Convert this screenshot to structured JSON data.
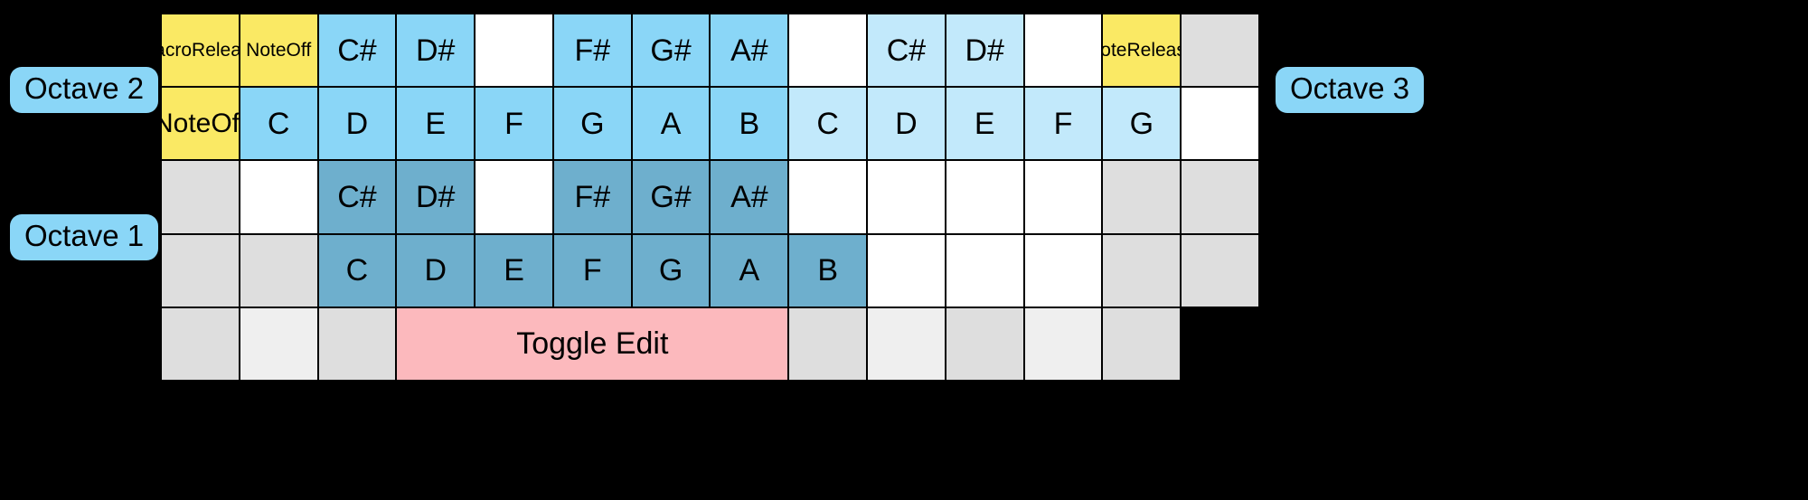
{
  "labels": {
    "octave_left_top": "Octave 2",
    "octave_left_bottom": "Octave 1",
    "octave_right": "Octave 3"
  },
  "colors": {
    "background": "#000000",
    "white_key": "#ffffff",
    "gray_key": "#dedede",
    "gray_key_light": "#efefef",
    "yellow_special": "#fae964",
    "blue_octave2": "#8ad6f7",
    "blue_octave3": "#c2e9fb",
    "blue_octave1": "#6eafcd",
    "pink_toggle": "#fcb9bd"
  },
  "grid": {
    "columns": 14,
    "rows": 5,
    "cells": [
      [
        {
          "label": "Macro Release",
          "fill": "yellow",
          "size": "small"
        },
        {
          "label": "Note Off",
          "fill": "yellow",
          "size": "small"
        },
        {
          "label": "C#",
          "fill": "blue",
          "size": "normal"
        },
        {
          "label": "D#",
          "fill": "blue",
          "size": "normal"
        },
        {
          "label": "",
          "fill": "white",
          "size": "normal"
        },
        {
          "label": "F#",
          "fill": "blue",
          "size": "normal"
        },
        {
          "label": "G#",
          "fill": "blue",
          "size": "normal"
        },
        {
          "label": "A#",
          "fill": "blue",
          "size": "normal"
        },
        {
          "label": "",
          "fill": "white",
          "size": "normal"
        },
        {
          "label": "C#",
          "fill": "blue-l",
          "size": "normal"
        },
        {
          "label": "D#",
          "fill": "blue-l",
          "size": "normal"
        },
        {
          "label": "",
          "fill": "white",
          "size": "normal"
        },
        {
          "label": "Note Release",
          "fill": "yellow",
          "size": "small"
        },
        {
          "label": "",
          "fill": "gray",
          "size": "normal"
        }
      ],
      [
        {
          "label": "Note Off",
          "fill": "yellow",
          "size": "med"
        },
        {
          "label": "C",
          "fill": "blue",
          "size": "normal"
        },
        {
          "label": "D",
          "fill": "blue",
          "size": "normal"
        },
        {
          "label": "E",
          "fill": "blue",
          "size": "normal"
        },
        {
          "label": "F",
          "fill": "blue",
          "size": "normal"
        },
        {
          "label": "G",
          "fill": "blue",
          "size": "normal"
        },
        {
          "label": "A",
          "fill": "blue",
          "size": "normal"
        },
        {
          "label": "B",
          "fill": "blue",
          "size": "normal"
        },
        {
          "label": "C",
          "fill": "blue-l",
          "size": "normal"
        },
        {
          "label": "D",
          "fill": "blue-l",
          "size": "normal"
        },
        {
          "label": "E",
          "fill": "blue-l",
          "size": "normal"
        },
        {
          "label": "F",
          "fill": "blue-l",
          "size": "normal"
        },
        {
          "label": "G",
          "fill": "blue-l",
          "size": "normal"
        },
        {
          "label": "",
          "fill": "white",
          "size": "normal"
        }
      ],
      [
        {
          "label": "",
          "fill": "gray",
          "size": "normal"
        },
        {
          "label": "",
          "fill": "white",
          "size": "normal"
        },
        {
          "label": "C#",
          "fill": "blue-d",
          "size": "normal"
        },
        {
          "label": "D#",
          "fill": "blue-d",
          "size": "normal"
        },
        {
          "label": "",
          "fill": "white",
          "size": "normal"
        },
        {
          "label": "F#",
          "fill": "blue-d",
          "size": "normal"
        },
        {
          "label": "G#",
          "fill": "blue-d",
          "size": "normal"
        },
        {
          "label": "A#",
          "fill": "blue-d",
          "size": "normal"
        },
        {
          "label": "",
          "fill": "white",
          "size": "normal"
        },
        {
          "label": "",
          "fill": "white",
          "size": "normal"
        },
        {
          "label": "",
          "fill": "white",
          "size": "normal"
        },
        {
          "label": "",
          "fill": "white",
          "size": "normal"
        },
        {
          "label": "",
          "fill": "gray",
          "size": "normal"
        },
        {
          "label": "",
          "fill": "gray",
          "size": "normal"
        }
      ],
      [
        {
          "label": "",
          "fill": "gray",
          "size": "normal"
        },
        {
          "label": "",
          "fill": "gray",
          "size": "normal"
        },
        {
          "label": "C",
          "fill": "blue-d",
          "size": "normal"
        },
        {
          "label": "D",
          "fill": "blue-d",
          "size": "normal"
        },
        {
          "label": "E",
          "fill": "blue-d",
          "size": "normal"
        },
        {
          "label": "F",
          "fill": "blue-d",
          "size": "normal"
        },
        {
          "label": "G",
          "fill": "blue-d",
          "size": "normal"
        },
        {
          "label": "A",
          "fill": "blue-d",
          "size": "normal"
        },
        {
          "label": "B",
          "fill": "blue-d",
          "size": "normal"
        },
        {
          "label": "",
          "fill": "white",
          "size": "normal"
        },
        {
          "label": "",
          "fill": "white",
          "size": "normal"
        },
        {
          "label": "",
          "fill": "white",
          "size": "normal"
        },
        {
          "label": "",
          "fill": "gray",
          "size": "normal"
        },
        {
          "label": "",
          "fill": "gray",
          "size": "normal"
        }
      ],
      [
        {
          "label": "",
          "fill": "gray",
          "size": "normal"
        },
        {
          "label": "",
          "fill": "gray2",
          "size": "normal"
        },
        {
          "label": "",
          "fill": "gray",
          "size": "normal"
        },
        {
          "label": "Toggle Edit",
          "fill": "pink",
          "size": "normal",
          "span": 5
        },
        {
          "label": "",
          "fill": "gray",
          "size": "normal"
        },
        {
          "label": "",
          "fill": "gray2",
          "size": "normal"
        },
        {
          "label": "",
          "fill": "gray",
          "size": "normal"
        },
        {
          "label": "",
          "fill": "gray2",
          "size": "normal"
        },
        {
          "label": "",
          "fill": "gray",
          "size": "normal"
        }
      ]
    ]
  }
}
